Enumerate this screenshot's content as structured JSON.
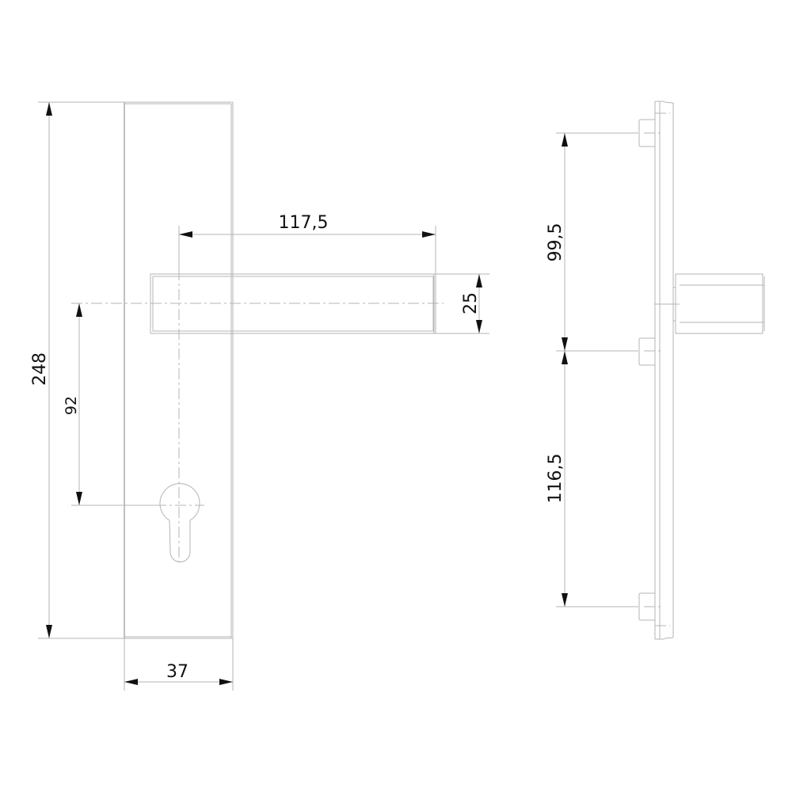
{
  "drawing": {
    "type": "technical-drawing",
    "subject": "door handle on long backplate with profile cylinder cutout",
    "views": {
      "front": {
        "dimensions": {
          "plate_height": "248",
          "plate_width": "37",
          "lever_length": "117,5",
          "lever_height": "25",
          "lever_to_cylinder": "92"
        }
      },
      "side": {
        "dimensions": {
          "upper_fixing_to_lever": "99,5",
          "lever_to_lower_fixing": "116,5"
        }
      }
    },
    "colors": {
      "line": "#b4b4b4",
      "text": "#111111",
      "background": "#ffffff"
    }
  }
}
